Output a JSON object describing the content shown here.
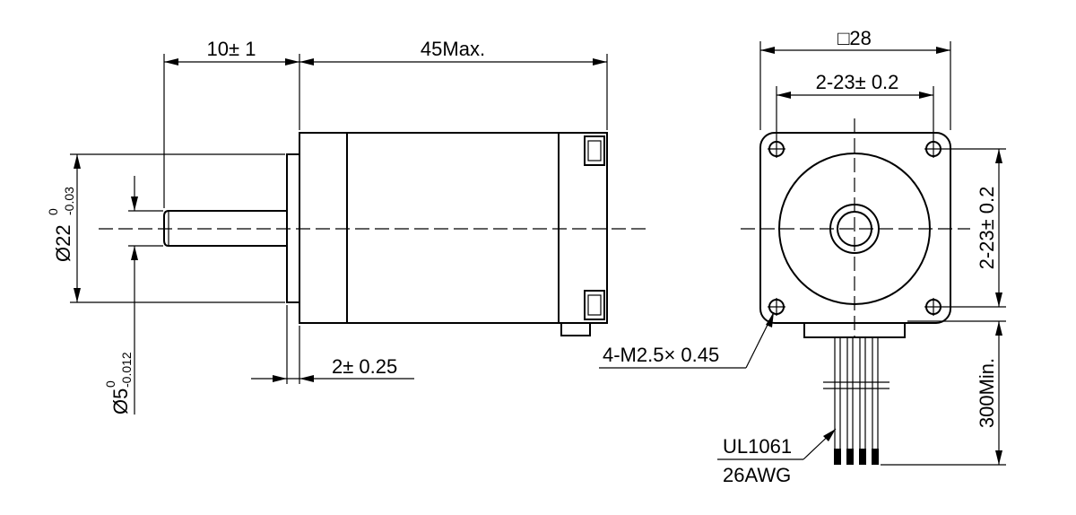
{
  "dimensions": {
    "shaft_length": "10± 1",
    "body_length": "45Max.",
    "flange_width": "□28",
    "hole_spacing_h": "2-23± 0.2",
    "hole_spacing_v": "2-23± 0.2",
    "pilot_diameter": "Ø22",
    "pilot_tol_upper": "0",
    "pilot_tol_lower": "-0.03",
    "shaft_diameter": "Ø5",
    "shaft_tol_upper": "0",
    "shaft_tol_lower": "-0.012",
    "pilot_depth": "2± 0.25",
    "thread_spec": "4-M2.5× 0.45",
    "lead_length": "300Min.",
    "wire_type": "UL1061",
    "wire_gauge": "26AWG"
  }
}
